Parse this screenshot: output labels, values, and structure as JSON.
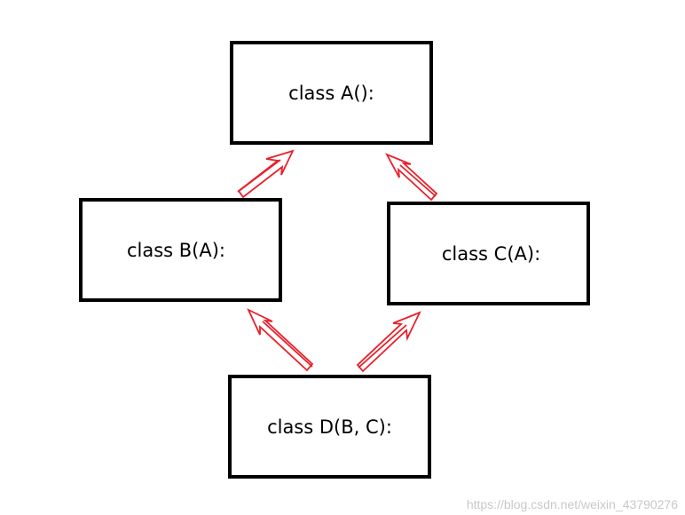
{
  "diagram": {
    "nodes": {
      "a": {
        "label": "class A():"
      },
      "b": {
        "label": "class B(A):"
      },
      "c": {
        "label": "class C(A):"
      },
      "d": {
        "label": "class D(B, C):"
      }
    },
    "edges": [
      {
        "from": "b",
        "to": "a"
      },
      {
        "from": "c",
        "to": "a"
      },
      {
        "from": "d",
        "to": "b"
      },
      {
        "from": "d",
        "to": "c"
      }
    ],
    "arrow_color": "#e8202a",
    "box_border_color": "#000000"
  },
  "watermark": "https://blog.csdn.net/weixin_43790276"
}
